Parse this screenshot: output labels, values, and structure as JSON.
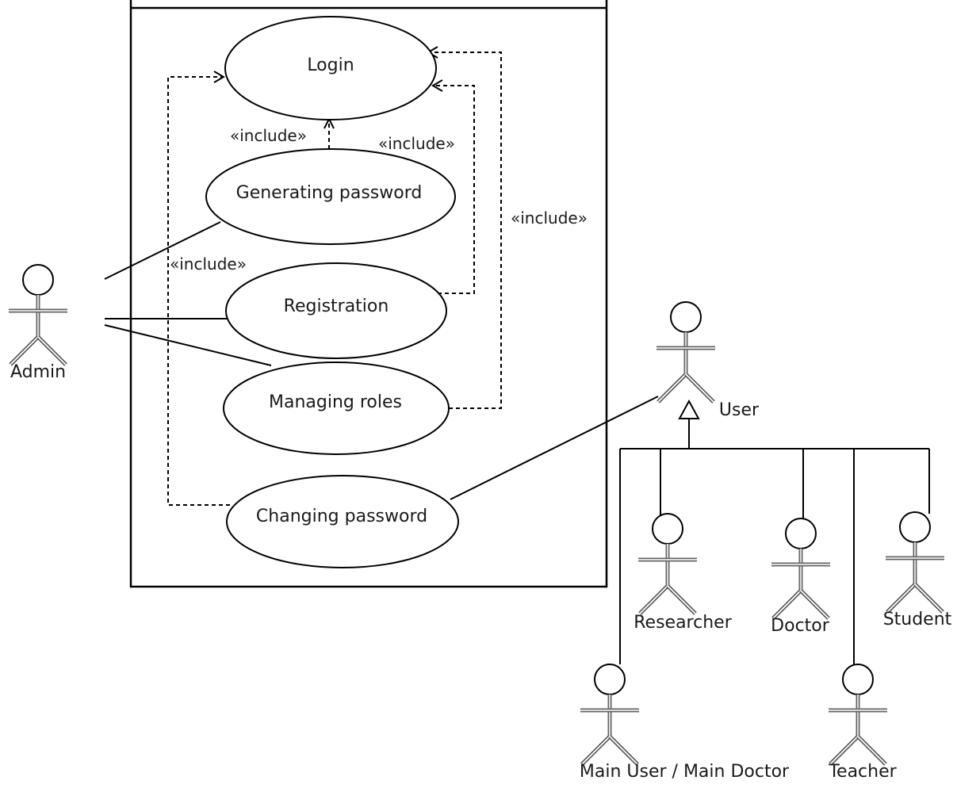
{
  "use_cases": {
    "login": "Login",
    "generating_password": "Generating password",
    "registration": "Registration",
    "managing_roles": "Managing roles",
    "changing_password": "Changing password"
  },
  "relationships": {
    "include_1": "«include»",
    "include_2": "«include»",
    "include_3": "«include»",
    "include_4": "«include»"
  },
  "actors": {
    "admin": "Admin",
    "user": "User",
    "researcher": "Researcher",
    "doctor": "Doctor",
    "student": "Student",
    "main_user": "Main User / Main Doctor",
    "teacher": "Teacher"
  }
}
